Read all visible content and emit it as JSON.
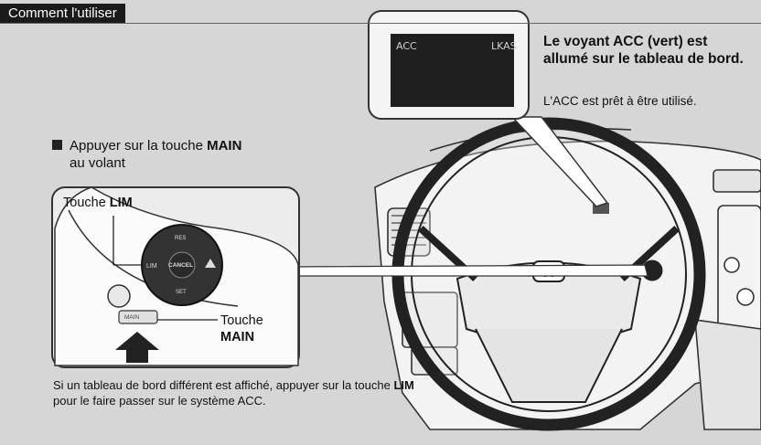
{
  "header": {
    "title": "Comment l'utiliser"
  },
  "callout": {
    "screen_left": "ACC",
    "screen_right": "LKAS",
    "title": "Le voyant ACC (vert) est allumé sur le tableau de bord.",
    "subtitle": "L'ACC est prêt à être utilisé."
  },
  "step": {
    "line1_prefix": "Appuyer sur la touche ",
    "line1_bold": "MAIN",
    "line2": "au volant"
  },
  "labels": {
    "lim_prefix": "Touche ",
    "lim_bold": "LIM",
    "main_prefix": "Touche",
    "main_bold": "MAIN"
  },
  "switch_panel": {
    "res": "RES",
    "lim": "LIM",
    "cancel": "CANCEL",
    "set": "SET",
    "main": "MAIN"
  },
  "note": {
    "part1": "Si un tableau de bord différent est affiché, appuyer sur la touche ",
    "bold": "LIM",
    "part2": " pour le faire passer sur le système ACC."
  }
}
